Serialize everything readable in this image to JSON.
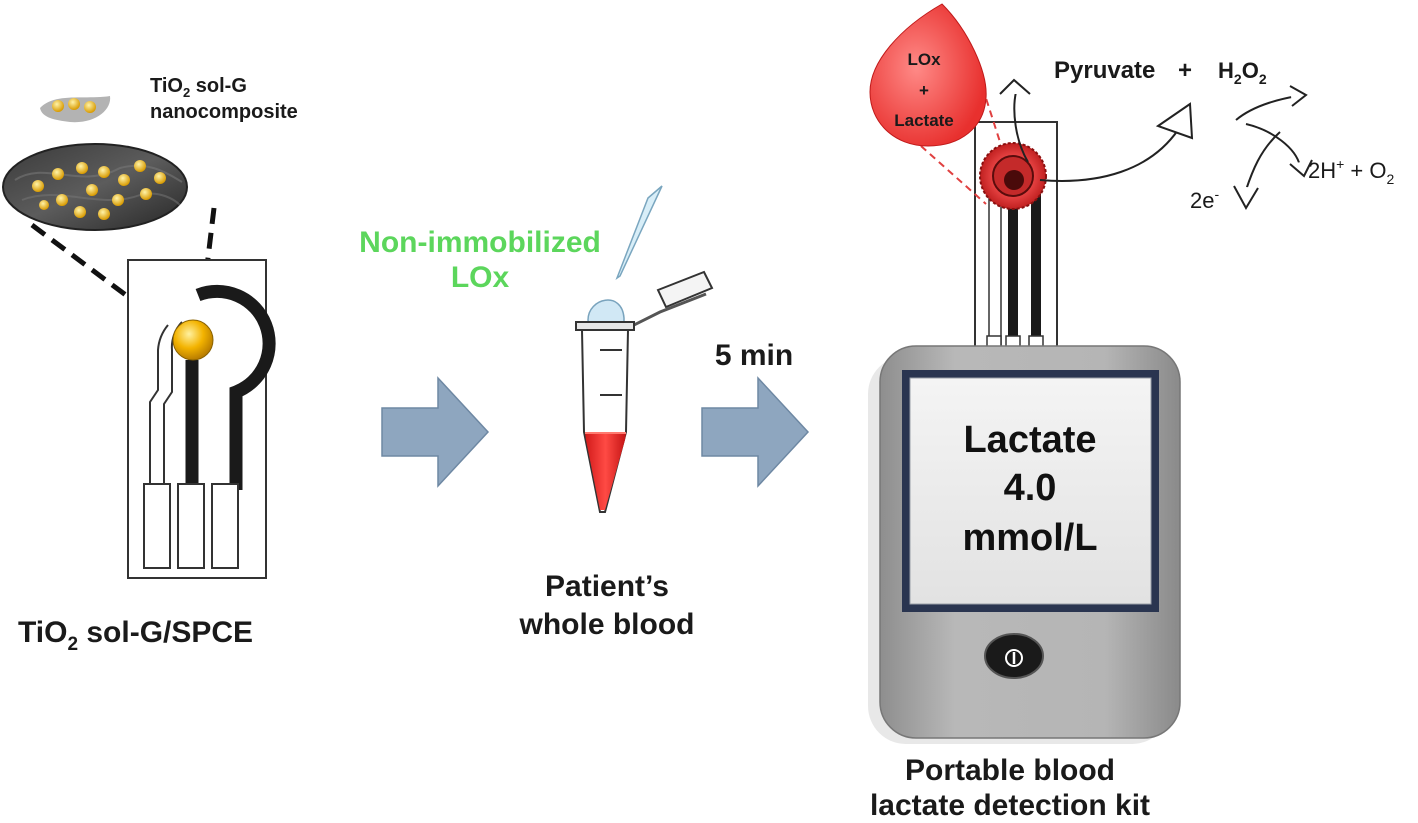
{
  "labels": {
    "nanocomposite_line1": "TiO",
    "nanocomposite_line1_sub": "2",
    "nanocomposite_line1_rest": " sol-G",
    "nanocomposite_line2": "nanocomposite",
    "electrode_main": "TiO",
    "electrode_sub": "2",
    "electrode_rest": " sol-G/SPCE",
    "lox_line1": "Non-immobilized",
    "lox_line2": "LOx",
    "blood_line1": "Patient’s",
    "blood_line2": "whole blood",
    "time": "5 min",
    "kit_line1": "Portable blood",
    "kit_line2": "lactate detection kit"
  },
  "drop": {
    "line1": "LOx",
    "line2": "+",
    "line3": "Lactate"
  },
  "reaction": {
    "product_a": "Pyruvate",
    "plus": "+",
    "h2o2_h": "H",
    "h2o2_sub1": "2",
    "h2o2_o": "O",
    "h2o2_sub2": "2",
    "protons": "2H",
    "protons_sup": "+",
    "protons_rest": " + O",
    "o2_sub": "2",
    "electrons": "2e",
    "electrons_sup": "-"
  },
  "screen": {
    "analyte": "Lactate",
    "value": "4.0",
    "unit": "mmol/L"
  },
  "colors": {
    "arrow": "#8ea6bf",
    "blood": "#e8302e",
    "lox_text": "#5cd65c",
    "device_body": "#a7a7a7",
    "screen_bg": "#eeeeee",
    "gold": "#f0b400"
  }
}
